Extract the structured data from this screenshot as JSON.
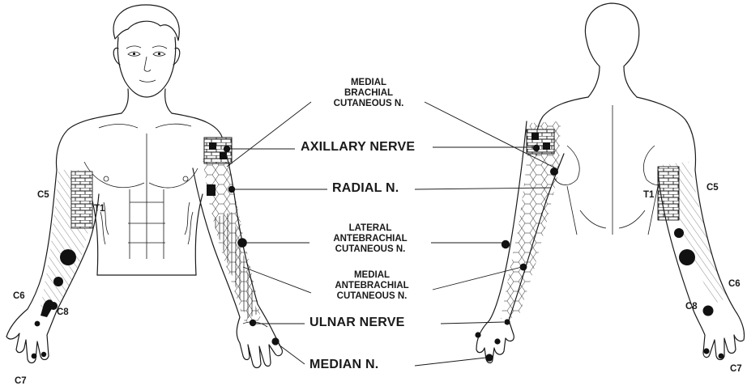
{
  "nerve_labels": {
    "medial_brachial": [
      "MEDIAL",
      "BRACHIAL",
      "CUTANEOUS N."
    ],
    "axillary": "AXILLARY NERVE",
    "radial": "RADIAL N.",
    "lateral_antebrachial": [
      "LATERAL",
      "ANTEBRACHIAL",
      "CUTANEOUS N."
    ],
    "medial_antebrachial": [
      "MEDIAL",
      "ANTEBRACHIAL",
      "CUTANEOUS N."
    ],
    "ulnar": "ULNAR NERVE",
    "median": "MEDIAN N."
  },
  "dermatomes": {
    "front": {
      "c5": "C5",
      "t1": "T1",
      "c6": "C6",
      "c8": "C8",
      "c7": "C7"
    },
    "back": {
      "t1": "T1",
      "c5": "C5",
      "c6": "C6",
      "c8": "C8",
      "c7": "C7"
    }
  },
  "colors": {
    "ink": "#1a1a1a",
    "fill": "#111111",
    "background": "#ffffff"
  }
}
